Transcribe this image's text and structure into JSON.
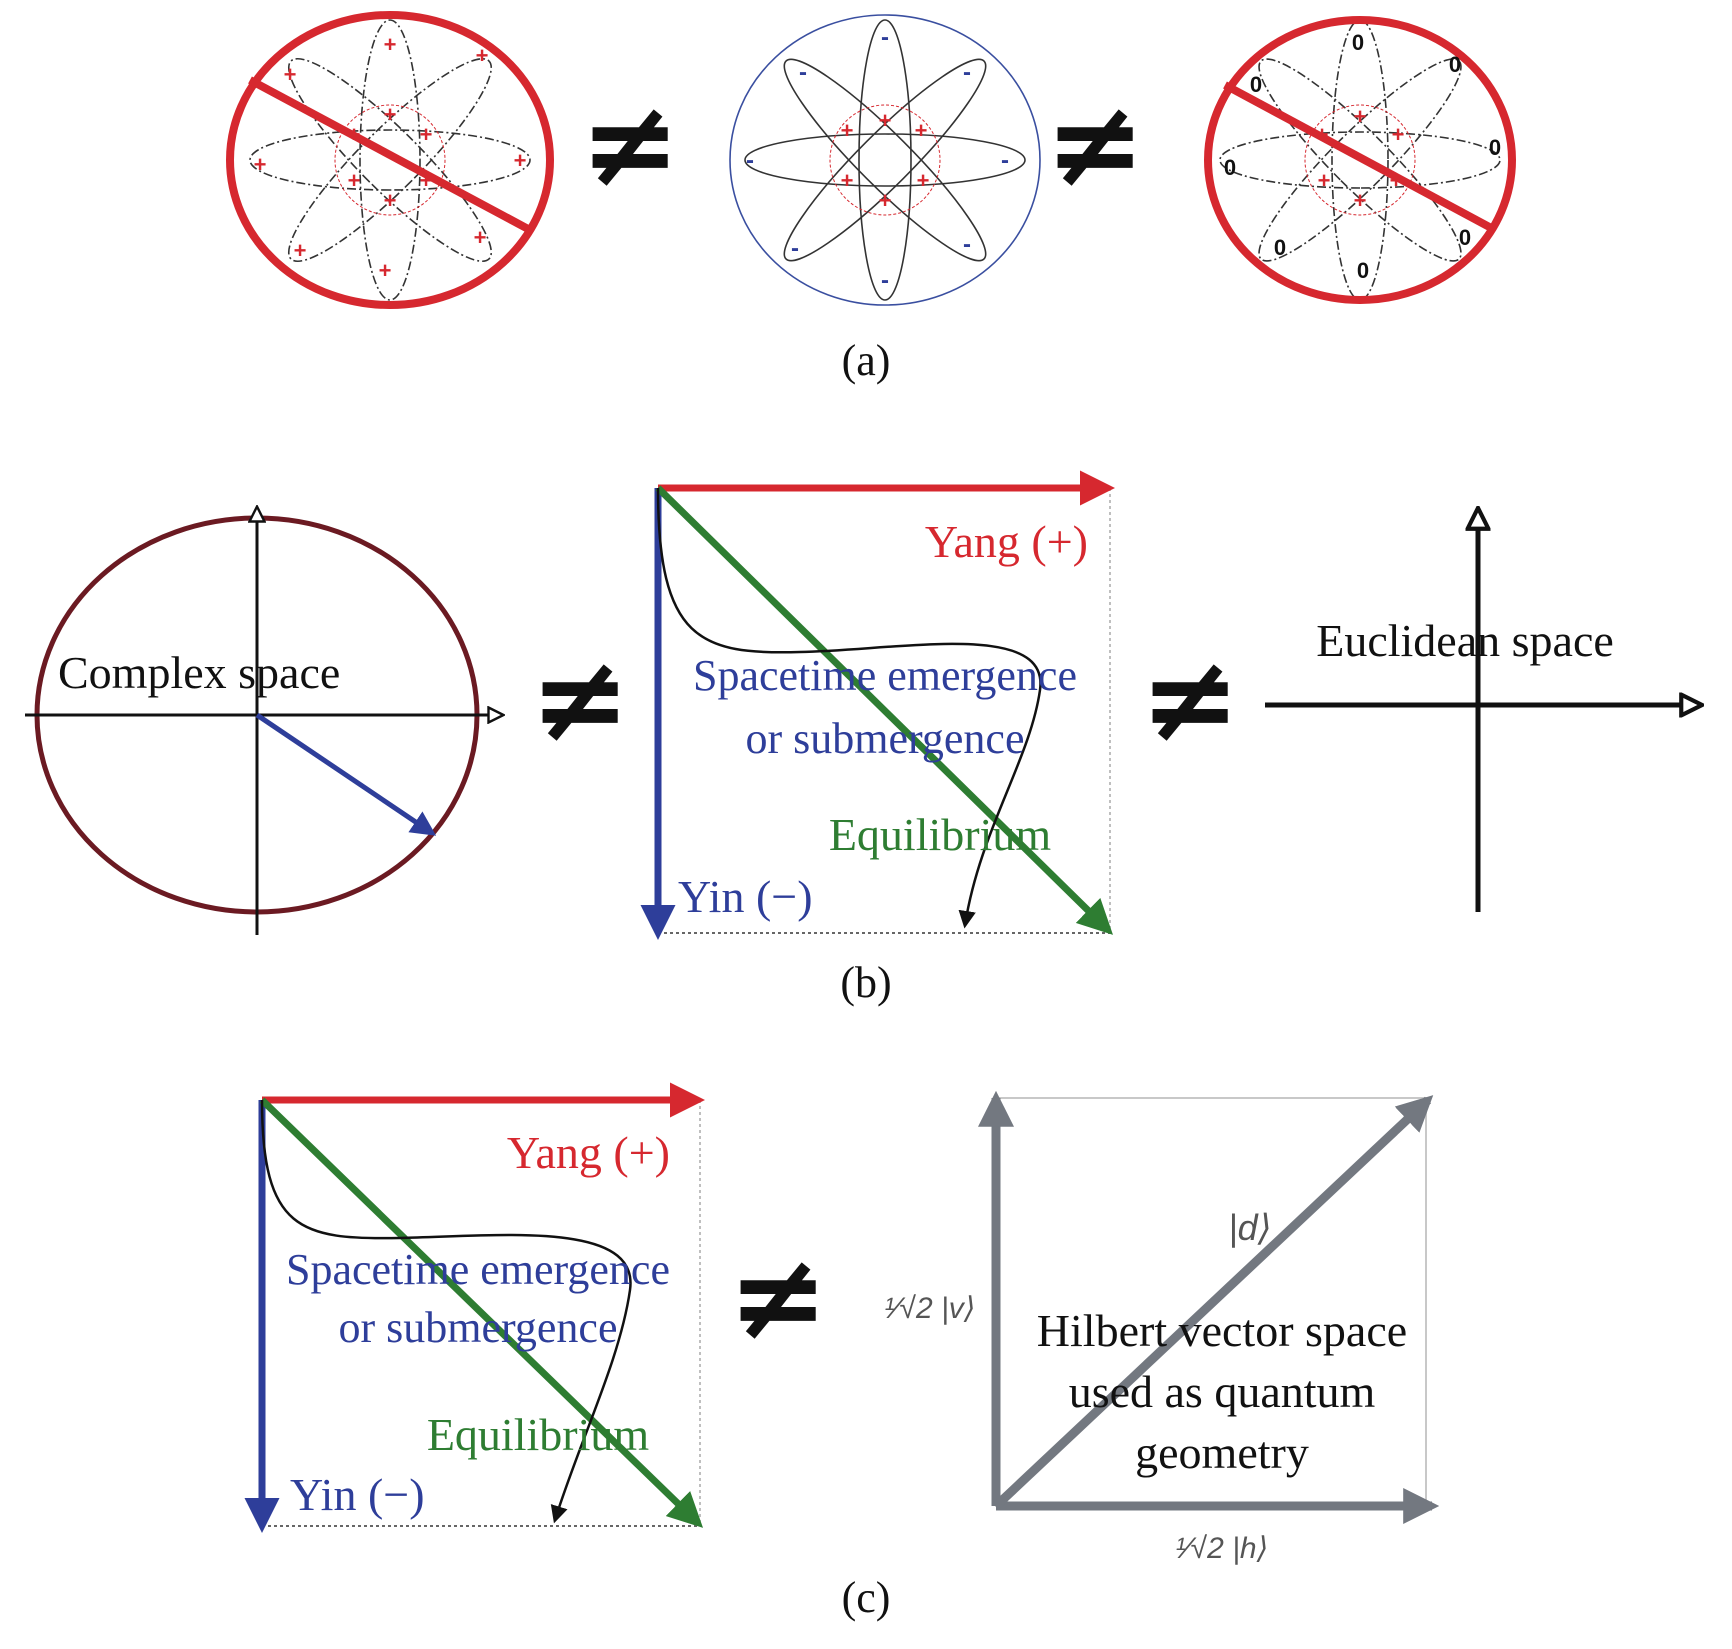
{
  "colors": {
    "red": "#d6282f",
    "blue": "#2e3e9a",
    "green": "#2e7d32",
    "dark_red": "#6b1a22",
    "gray": "#737880",
    "black": "#111111"
  },
  "panel_a": {
    "caption": "(a)",
    "left_charge": "+",
    "middle_charge": "-",
    "right_charge": "0",
    "inner_charge": "+",
    "not_equal": "≠"
  },
  "panel_b": {
    "caption": "(b)",
    "complex_label": "Complex space",
    "yang_label": "Yang (+)",
    "yin_label": "Yin (−)",
    "emergence_line1": "Spacetime emergence",
    "emergence_line2": "or submergence",
    "equilibrium_label": "Equilibrium",
    "euclidean_label": "Euclidean space",
    "not_equal": "≠"
  },
  "panel_c": {
    "caption": "(c)",
    "yang_label": "Yang (+)",
    "yin_label": "Yin (−)",
    "emergence_line1": "Spacetime emergence",
    "emergence_line2": "or submergence",
    "equilibrium_label": "Equilibrium",
    "hilbert_line1": "Hilbert vector space",
    "hilbert_line2": "used as quantum",
    "hilbert_line3": "geometry",
    "ket_d": "|d⟩",
    "ket_v": "¹⁄√2 |v⟩",
    "ket_h": "¹⁄√2 |h⟩",
    "not_equal": "≠"
  }
}
